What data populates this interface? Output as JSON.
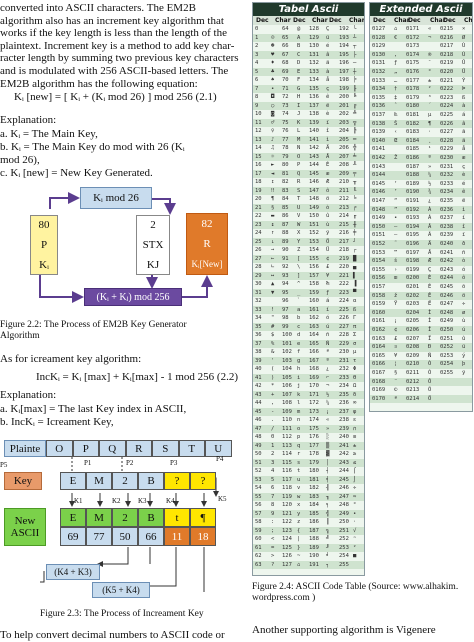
{
  "left": {
    "intro_lines": [
      "converted   into   ASCII   characters.   The   EM2B",
      "algorithm also has an increment key algorithm that",
      "works  if  the key length is less than the length of the",
      "plaintext. Increment key is a method to add key char-",
      "racter length by summing two previous key characters",
      "and is modulated with 256 ASCII-based letters. The",
      "EM2B algorithm has the following equation:"
    ],
    "eq1": "K",
    "eq1_full": "Kᵢ [new] = [ Kᵢ + (Kᵢ mod 26) ]  mod 256     (2.1)",
    "explanation_label": "Explanation:",
    "exp_items": [
      "a.   Kᵢ            = The Main Key,",
      "b.   Kᵢ            = The Main Key do mod with 26  (Kᵢ",
      "      mod 26),",
      "c.   Kᵢ [new]    = New Key Generated."
    ],
    "fig1": {
      "top_box": "Kᵢ mod 26",
      "left_col": [
        "80",
        "P",
        "Kᵢ"
      ],
      "mid_col": [
        "2",
        "STX",
        "KJ"
      ],
      "right_col": [
        "82",
        "R",
        "Kᵢ[New]"
      ],
      "bottom_box": "(Kᵢ + Kⱼ) mod 256",
      "caption_1": "Figure  2.2:  The  Process  of     EM2B  Key  Generator",
      "caption_2": "Algorithm"
    },
    "as_for": "As for icreament key algorithm:",
    "eq2": "IncKᵢ = Kᵢ [max] + Kᵢ[max] - 1 mod 256          (2.2)",
    "explanation2_label": "Explanation:",
    "exp2_items": [
      "a.   Kᵢ[max]    = The last Key index in ASCII,",
      "b.   IncKᵢ       = Icreament Key,"
    ],
    "fig2": {
      "plaintext_label": "Plainte",
      "plaintext_cells": [
        "O",
        "P",
        "Q",
        "R",
        "S",
        "T",
        "U"
      ],
      "key_label": "Key",
      "key_cells": [
        "E",
        "M",
        "2",
        "B",
        "?",
        "?"
      ],
      "new_label_1": "New",
      "new_label_2": "ASCII",
      "new_cells": [
        "E",
        "M",
        "2",
        "B",
        "t",
        "¶"
      ],
      "ascii_cells": [
        "69",
        "77",
        "50",
        "66",
        "11",
        "18"
      ],
      "small_labels": [
        "P5",
        "P1",
        "P2",
        "P3",
        "P4",
        "K1",
        "K2",
        "K3",
        "K4",
        "K5"
      ],
      "sum_box_1": "(K4 + K3)",
      "sum_box_2": "(K5 + K4)",
      "caption": "Figure 2.3: The Process of  Increament Key"
    },
    "bottom_line": "To help convert decimal numbers to ASCII code or"
  },
  "right": {
    "table1_title": "Tabel Ascii",
    "table2_title": "Extended Ascii",
    "col_headers": [
      "Dec",
      "Char",
      "Dec",
      "Char",
      "Dec",
      "Char",
      "Dec",
      "Char"
    ],
    "t1_rows": [
      [
        "0",
        "",
        "64",
        "@",
        "128",
        "Ç",
        "192",
        "└"
      ],
      [
        "1",
        "☺",
        "65",
        "A",
        "129",
        "ü",
        "193",
        "┴"
      ],
      [
        "2",
        "☻",
        "66",
        "B",
        "130",
        "é",
        "194",
        "┬"
      ],
      [
        "3",
        "♥",
        "67",
        "C",
        "131",
        "â",
        "195",
        "├"
      ],
      [
        "4",
        "♦",
        "68",
        "D",
        "132",
        "ä",
        "196",
        "─"
      ],
      [
        "5",
        "♣",
        "69",
        "E",
        "133",
        "à",
        "197",
        "┼"
      ],
      [
        "6",
        "♠",
        "70",
        "F",
        "134",
        "å",
        "198",
        "╞"
      ],
      [
        "7",
        "•",
        "71",
        "G",
        "135",
        "ç",
        "199",
        "╟"
      ],
      [
        "8",
        "◘",
        "72",
        "H",
        "136",
        "ê",
        "200",
        "╚"
      ],
      [
        "9",
        "○",
        "73",
        "I",
        "137",
        "ë",
        "201",
        "╔"
      ],
      [
        "10",
        "◙",
        "74",
        "J",
        "138",
        "è",
        "202",
        "╩"
      ],
      [
        "11",
        "♂",
        "75",
        "K",
        "139",
        "ï",
        "203",
        "╦"
      ],
      [
        "12",
        "♀",
        "76",
        "L",
        "140",
        "î",
        "204",
        "╠"
      ],
      [
        "13",
        "♪",
        "77",
        "M",
        "141",
        "ì",
        "205",
        "═"
      ],
      [
        "14",
        "♫",
        "78",
        "N",
        "142",
        "Ä",
        "206",
        "╬"
      ],
      [
        "15",
        "☼",
        "79",
        "O",
        "143",
        "Å",
        "207",
        "╧"
      ],
      [
        "16",
        "►",
        "80",
        "P",
        "144",
        "É",
        "208",
        "╨"
      ],
      [
        "17",
        "◄",
        "81",
        "Q",
        "145",
        "æ",
        "209",
        "╤"
      ],
      [
        "18",
        "↕",
        "82",
        "R",
        "146",
        "Æ",
        "210",
        "╥"
      ],
      [
        "19",
        "‼",
        "83",
        "S",
        "147",
        "ô",
        "211",
        "╙"
      ],
      [
        "20",
        "¶",
        "84",
        "T",
        "148",
        "ö",
        "212",
        "╘"
      ],
      [
        "21",
        "§",
        "85",
        "U",
        "149",
        "ò",
        "213",
        "╒"
      ],
      [
        "22",
        "▬",
        "86",
        "V",
        "150",
        "û",
        "214",
        "╓"
      ],
      [
        "23",
        "↨",
        "87",
        "W",
        "151",
        "ù",
        "215",
        "╫"
      ],
      [
        "24",
        "↑",
        "88",
        "X",
        "152",
        "ÿ",
        "216",
        "╪"
      ],
      [
        "25",
        "↓",
        "89",
        "Y",
        "153",
        "Ö",
        "217",
        "┘"
      ],
      [
        "26",
        "→",
        "90",
        "Z",
        "154",
        "Ü",
        "218",
        "┌"
      ],
      [
        "27",
        "←",
        "91",
        "[",
        "155",
        "¢",
        "219",
        "█"
      ],
      [
        "28",
        "∟",
        "92",
        "\\",
        "156",
        "£",
        "220",
        "▄"
      ],
      [
        "29",
        "↔",
        "93",
        "]",
        "157",
        "¥",
        "221",
        "▌"
      ],
      [
        "30",
        "▲",
        "94",
        "^",
        "158",
        "₧",
        "222",
        "▐"
      ],
      [
        "31",
        "▼",
        "95",
        "_",
        "159",
        "ƒ",
        "223",
        "▀"
      ],
      [
        "32",
        "",
        "96",
        "`",
        "160",
        "á",
        "224",
        "α"
      ],
      [
        "33",
        "!",
        "97",
        "a",
        "161",
        "í",
        "225",
        "ß"
      ],
      [
        "34",
        "\"",
        "98",
        "b",
        "162",
        "ó",
        "226",
        "Γ"
      ],
      [
        "35",
        "#",
        "99",
        "c",
        "163",
        "ú",
        "227",
        "π"
      ],
      [
        "36",
        "$",
        "100",
        "d",
        "164",
        "ñ",
        "228",
        "Σ"
      ],
      [
        "37",
        "%",
        "101",
        "e",
        "165",
        "Ñ",
        "229",
        "σ"
      ],
      [
        "38",
        "&",
        "102",
        "f",
        "166",
        "ª",
        "230",
        "µ"
      ],
      [
        "39",
        "'",
        "103",
        "g",
        "167",
        "º",
        "231",
        "τ"
      ],
      [
        "40",
        "(",
        "104",
        "h",
        "168",
        "¿",
        "232",
        "Φ"
      ],
      [
        "41",
        ")",
        "105",
        "i",
        "169",
        "⌐",
        "233",
        "Θ"
      ],
      [
        "42",
        "*",
        "106",
        "j",
        "170",
        "¬",
        "234",
        "Ω"
      ],
      [
        "43",
        "+",
        "107",
        "k",
        "171",
        "½",
        "235",
        "δ"
      ],
      [
        "44",
        ",",
        "108",
        "l",
        "172",
        "¼",
        "236",
        "∞"
      ],
      [
        "45",
        "-",
        "109",
        "m",
        "173",
        "¡",
        "237",
        "φ"
      ],
      [
        "46",
        ".",
        "110",
        "n",
        "174",
        "«",
        "238",
        "ε"
      ],
      [
        "47",
        "/",
        "111",
        "o",
        "175",
        "»",
        "239",
        "∩"
      ],
      [
        "48",
        "0",
        "112",
        "p",
        "176",
        "░",
        "240",
        "≡"
      ],
      [
        "49",
        "1",
        "113",
        "q",
        "177",
        "▒",
        "241",
        "±"
      ],
      [
        "50",
        "2",
        "114",
        "r",
        "178",
        "▓",
        "242",
        "≥"
      ],
      [
        "51",
        "3",
        "115",
        "s",
        "179",
        "│",
        "243",
        "≤"
      ],
      [
        "52",
        "4",
        "116",
        "t",
        "180",
        "┤",
        "244",
        "⌠"
      ],
      [
        "53",
        "5",
        "117",
        "u",
        "181",
        "╡",
        "245",
        "⌡"
      ],
      [
        "54",
        "6",
        "118",
        "v",
        "182",
        "╢",
        "246",
        "÷"
      ],
      [
        "55",
        "7",
        "119",
        "w",
        "183",
        "╖",
        "247",
        "≈"
      ],
      [
        "56",
        "8",
        "120",
        "x",
        "184",
        "╕",
        "248",
        "°"
      ],
      [
        "57",
        "9",
        "121",
        "y",
        "185",
        "╣",
        "249",
        "∙"
      ],
      [
        "58",
        ":",
        "122",
        "z",
        "186",
        "║",
        "250",
        "·"
      ],
      [
        "59",
        ";",
        "123",
        "{",
        "187",
        "╗",
        "251",
        "√"
      ],
      [
        "60",
        "<",
        "124",
        "|",
        "188",
        "╝",
        "252",
        "ⁿ"
      ],
      [
        "61",
        "=",
        "125",
        "}",
        "189",
        "╜",
        "253",
        "²"
      ],
      [
        "62",
        ">",
        "126",
        "~",
        "190",
        "╛",
        "254",
        "■"
      ],
      [
        "63",
        "?",
        "127",
        "⌂",
        "191",
        "┐",
        "255",
        ""
      ]
    ],
    "t2_rows": [
      [
        "0127",
        "⌂",
        "0171",
        "«",
        "0215",
        "×"
      ],
      [
        "0128",
        "€",
        "0172",
        "¬",
        "0216",
        "Ø"
      ],
      [
        "0129",
        "",
        "0173",
        "",
        "0217",
        "Ù"
      ],
      [
        "0130",
        "‚",
        "0174",
        "®",
        "0218",
        "Ú"
      ],
      [
        "0131",
        "ƒ",
        "0175",
        "¯",
        "0219",
        "Û"
      ],
      [
        "0132",
        "„",
        "0176",
        "°",
        "0220",
        "Ü"
      ],
      [
        "0133",
        "…",
        "0177",
        "±",
        "0221",
        "Ý"
      ],
      [
        "0134",
        "†",
        "0178",
        "²",
        "0222",
        "Þ"
      ],
      [
        "0135",
        "‡",
        "0179",
        "³",
        "0223",
        "ß"
      ],
      [
        "0136",
        "ˆ",
        "0180",
        "´",
        "0224",
        "à"
      ],
      [
        "0137",
        "‰",
        "0181",
        "µ",
        "0225",
        "á"
      ],
      [
        "0138",
        "Š",
        "0182",
        "¶",
        "0226",
        "â"
      ],
      [
        "0139",
        "‹",
        "0183",
        "·",
        "0227",
        "ã"
      ],
      [
        "0140",
        "Œ",
        "0184",
        "¸",
        "0228",
        "ä"
      ],
      [
        "0141",
        "",
        "0185",
        "¹",
        "0229",
        "å"
      ],
      [
        "0142",
        "Ž",
        "0186",
        "º",
        "0230",
        "æ"
      ],
      [
        "0143",
        "",
        "0187",
        "»",
        "0231",
        "ç"
      ],
      [
        "0144",
        "",
        "0188",
        "¼",
        "0232",
        "è"
      ],
      [
        "0145",
        "‘",
        "0189",
        "½",
        "0233",
        "é"
      ],
      [
        "0146",
        "’",
        "0190",
        "¾",
        "0234",
        "ê"
      ],
      [
        "0147",
        "“",
        "0191",
        "¿",
        "0235",
        "ë"
      ],
      [
        "0148",
        "”",
        "0192",
        "À",
        "0236",
        "ì"
      ],
      [
        "0149",
        "•",
        "0193",
        "Á",
        "0237",
        "í"
      ],
      [
        "0150",
        "–",
        "0194",
        "Â",
        "0238",
        "î"
      ],
      [
        "0151",
        "—",
        "0195",
        "Ã",
        "0239",
        "ï"
      ],
      [
        "0152",
        "˜",
        "0196",
        "Ä",
        "0240",
        "ð"
      ],
      [
        "0153",
        "™",
        "0197",
        "Å",
        "0241",
        "ñ"
      ],
      [
        "0154",
        "š",
        "0198",
        "Æ",
        "0242",
        "ò"
      ],
      [
        "0155",
        "›",
        "0199",
        "Ç",
        "0243",
        "ó"
      ],
      [
        "0156",
        "œ",
        "0200",
        "È",
        "0244",
        "ô"
      ],
      [
        "0157",
        "",
        "0201",
        "É",
        "0245",
        "õ"
      ],
      [
        "0158",
        "ž",
        "0202",
        "Ê",
        "0246",
        "ö"
      ],
      [
        "0159",
        "Ÿ",
        "0203",
        "Ë",
        "0247",
        "÷"
      ],
      [
        "0160",
        "",
        "0204",
        "Ì",
        "0248",
        "ø"
      ],
      [
        "0161",
        "¡",
        "0205",
        "Í",
        "0249",
        "ù"
      ],
      [
        "0162",
        "¢",
        "0206",
        "Î",
        "0250",
        "ú"
      ],
      [
        "0163",
        "£",
        "0207",
        "Ï",
        "0251",
        "û"
      ],
      [
        "0164",
        "¤",
        "0208",
        "Ð",
        "0252",
        "ü"
      ],
      [
        "0165",
        "¥",
        "0209",
        "Ñ",
        "0253",
        "ý"
      ],
      [
        "0166",
        "¦",
        "0210",
        "Ò",
        "0254",
        "þ"
      ],
      [
        "0167",
        "§",
        "0211",
        "Ó",
        "0255",
        "ÿ"
      ],
      [
        "0168",
        "¨",
        "0212",
        "Ô",
        "",
        ""
      ],
      [
        "0169",
        "©",
        "0213",
        "Õ",
        "",
        ""
      ],
      [
        "0170",
        "ª",
        "0214",
        "Ö",
        "",
        ""
      ]
    ],
    "caption_lines": [
      "Figure  2.4:  ASCII  Code  Table  (Source:  www.alhakim.",
      "wordpress.com )"
    ],
    "body_lines": [
      "     Another   supporting   algorithm   is   Vigenere"
    ]
  },
  "colors": {
    "purple": "#6b4aa0",
    "light_blue": "#c8dcee",
    "blue_border": "#6c8fb5",
    "orange": "#e07a2a",
    "orange_dark": "#c05a12",
    "green": "#7bd14a",
    "yellow": "#ffe600",
    "salmon": "#e89a6a",
    "arrow": "#5b3d8f"
  }
}
